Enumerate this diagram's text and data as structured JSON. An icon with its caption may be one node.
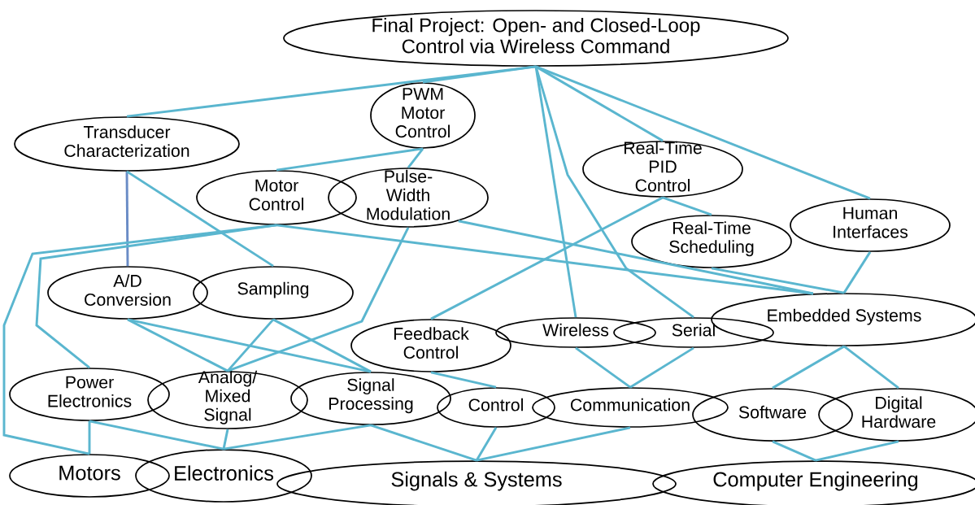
{
  "diagram": {
    "nodes": [
      {
        "text": [
          "Final Project: Open- and Closed-Loop Control via Wireless Command"
        ]
      },
      {
        "text": [
          "Transducer Characterization"
        ]
      },
      {
        "text": [
          "PWM Motor Control"
        ]
      },
      {
        "text": [
          "Motor Control"
        ]
      },
      {
        "text": [
          "Pulse-Width Modulation"
        ]
      },
      {
        "text": [
          "Real-Time PID Control"
        ]
      },
      {
        "text": [
          "Human Interfaces"
        ]
      },
      {
        "text": [
          "Real-Time Scheduling"
        ]
      },
      {
        "text": [
          "A/D Conversion"
        ]
      },
      {
        "text": [
          "Sampling"
        ]
      },
      {
        "text": [
          "Feedback Control"
        ]
      },
      {
        "text": [
          "Wireless"
        ]
      },
      {
        "text": [
          "Serial"
        ]
      },
      {
        "text": [
          "Embedded Systems"
        ]
      },
      {
        "text": [
          "Power Electronics"
        ]
      },
      {
        "text": [
          "Analog/ Mixed Signal"
        ]
      },
      {
        "text": [
          "Signal Processing"
        ]
      },
      {
        "text": [
          "Control"
        ]
      },
      {
        "text": [
          "Communication"
        ]
      },
      {
        "text": [
          "Software"
        ]
      },
      {
        "text": [
          "Digital Hardware"
        ]
      },
      {
        "text": [
          "Motors"
        ]
      },
      {
        "text": [
          "Electronics"
        ]
      },
      {
        "text": [
          "Signals & Systems"
        ]
      },
      {
        "text": [
          "Computer Engineering"
        ]
      }
    ],
    "edges": [
      {
        "from": 0,
        "to": 1,
        "arrow": "none"
      },
      {
        "from": 0,
        "to": 2,
        "arrow": "none"
      },
      {
        "from": 0,
        "to": 5,
        "arrow": "none"
      },
      {
        "from": 0,
        "to": 6,
        "arrow": "none"
      },
      {
        "from": 0,
        "to": 11,
        "arrow": "none"
      },
      {
        "from": 0,
        "to": 12,
        "arrow": "none"
      },
      {
        "from": 1,
        "to": 8,
        "arrow": "none",
        "color": "#6a8cc6"
      },
      {
        "from": 1,
        "to": 9,
        "arrow": "none"
      },
      {
        "from": 2,
        "to": 3,
        "arrow": "none"
      },
      {
        "from": 2,
        "to": 4,
        "arrow": "none"
      },
      {
        "from": 3,
        "to": 14,
        "arrow": "none"
      },
      {
        "from": 3,
        "to": 21,
        "arrow": "none"
      },
      {
        "from": 3,
        "to": 13,
        "arrow": "none"
      },
      {
        "from": 4,
        "to": 15,
        "arrow": "none"
      },
      {
        "from": 4,
        "to": 13,
        "arrow": "none"
      },
      {
        "from": 5,
        "to": 10,
        "arrow": "none"
      },
      {
        "from": 5,
        "to": 7,
        "arrow": "none"
      },
      {
        "from": 6,
        "to": 13,
        "arrow": "none"
      },
      {
        "from": 7,
        "to": 13,
        "arrow": "none"
      },
      {
        "from": 8,
        "to": 15,
        "arrow": "none"
      },
      {
        "from": 8,
        "to": 16,
        "arrow": "none"
      },
      {
        "from": 9,
        "to": 15,
        "arrow": "none"
      },
      {
        "from": 9,
        "to": 16,
        "arrow": "none"
      },
      {
        "from": 10,
        "to": 17,
        "arrow": "none"
      },
      {
        "from": 11,
        "to": 18,
        "arrow": "none"
      },
      {
        "from": 12,
        "to": 18,
        "arrow": "none"
      },
      {
        "from": 13,
        "to": 19,
        "arrow": "none"
      },
      {
        "from": 13,
        "to": 20,
        "arrow": "none"
      },
      {
        "from": 14,
        "to": 21,
        "arrow": "none"
      },
      {
        "from": 14,
        "to": 22,
        "arrow": "none"
      },
      {
        "from": 15,
        "to": 22,
        "arrow": "none"
      },
      {
        "from": 16,
        "to": 22,
        "arrow": "none"
      },
      {
        "from": 16,
        "to": 23,
        "arrow": "none"
      },
      {
        "from": 17,
        "to": 23,
        "arrow": "none"
      },
      {
        "from": 18,
        "to": 23,
        "arrow": "none"
      },
      {
        "from": 19,
        "to": 24,
        "arrow": "none"
      },
      {
        "from": 20,
        "to": 24,
        "arrow": "none"
      }
    ]
  }
}
